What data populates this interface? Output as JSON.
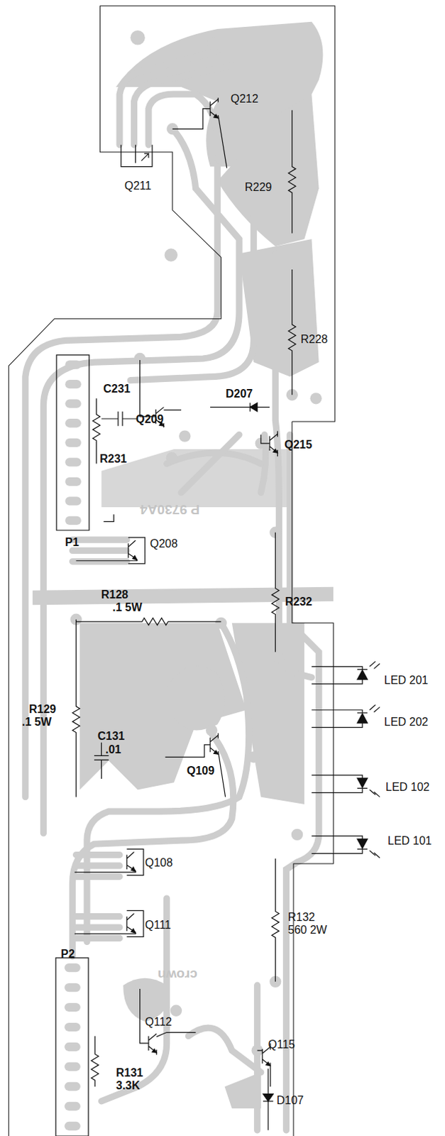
{
  "diagram": {
    "labels": [
      "Q212",
      "Q211",
      "R229",
      "R228",
      "C231",
      "D207",
      "Q209",
      "Q215",
      "R231",
      "P 9730A4",
      "P1",
      "Q208",
      "R128",
      ".1  5W",
      "R232",
      "LED 201",
      "LED 202",
      "R129",
      ".1  5W",
      "C131",
      ".01",
      "Q109",
      "LED 102",
      "LED 101",
      "Q108",
      "Q111",
      "R132",
      "560  2W",
      "crown",
      "P2",
      "Q112",
      "Q115",
      "R131",
      "3.3K",
      "D107"
    ]
  }
}
